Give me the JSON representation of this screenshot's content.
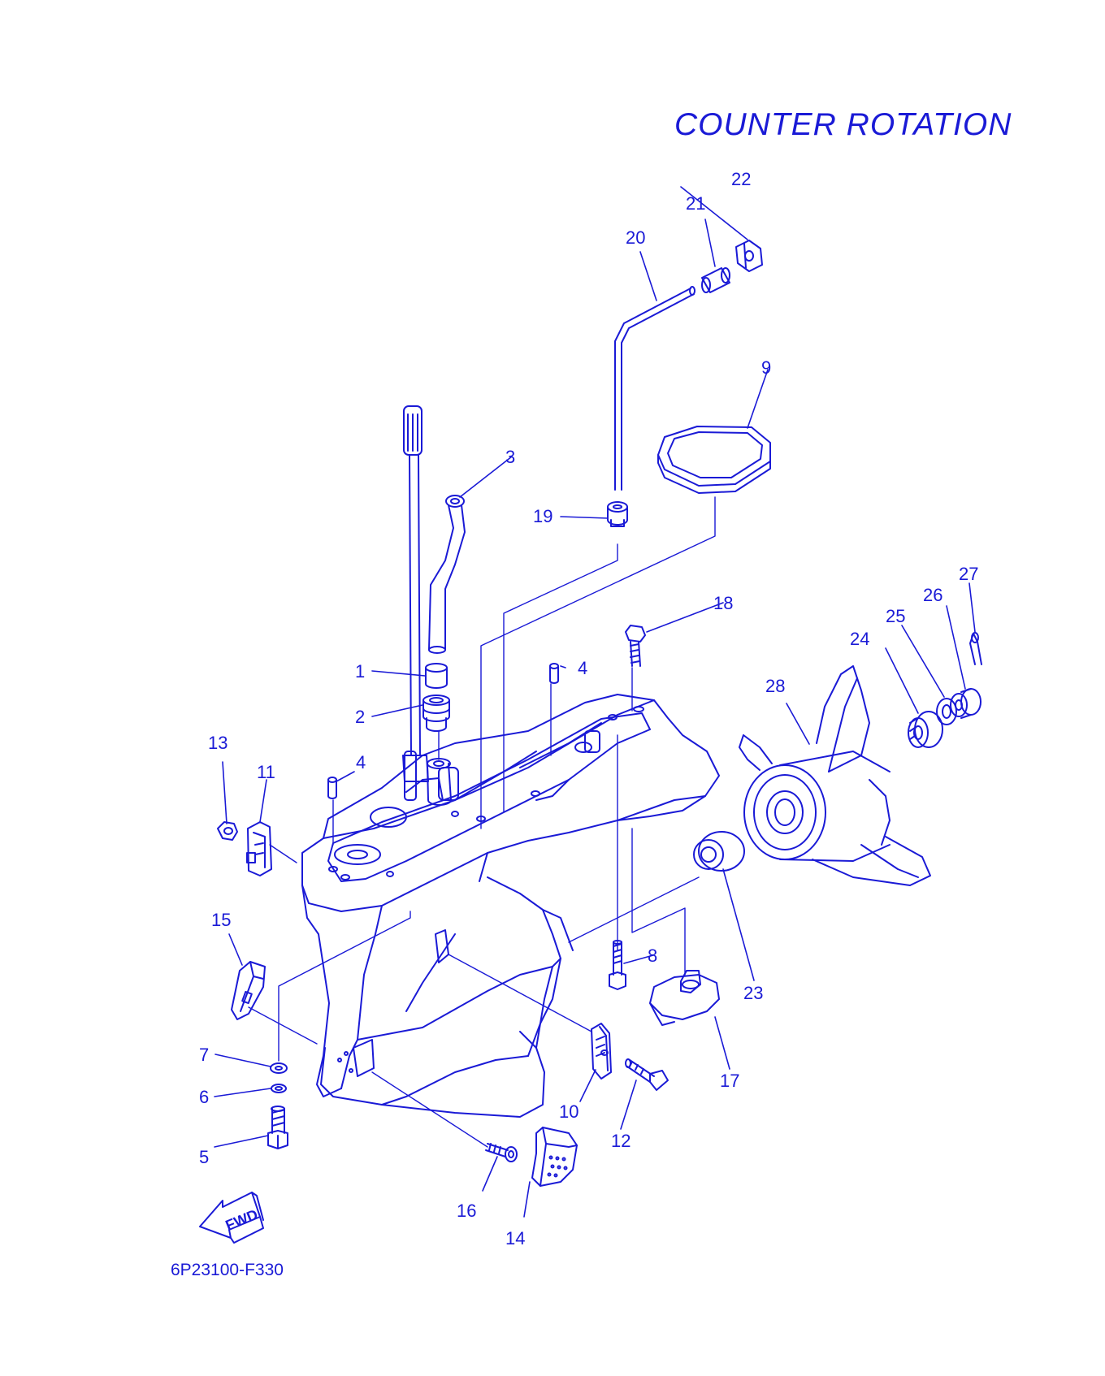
{
  "diagram": {
    "title": "COUNTER ROTATION",
    "diagram_code": "6P23100-F330",
    "fwd_label": "FWD",
    "line_color": "#1a1ad6",
    "background": "#ffffff"
  },
  "callouts": [
    "1",
    "2",
    "3",
    "4",
    "4",
    "5",
    "6",
    "7",
    "8",
    "9",
    "10",
    "11",
    "12",
    "13",
    "14",
    "15",
    "16",
    "17",
    "18",
    "19",
    "20",
    "21",
    "22",
    "23",
    "24",
    "25",
    "26",
    "27",
    "28"
  ]
}
